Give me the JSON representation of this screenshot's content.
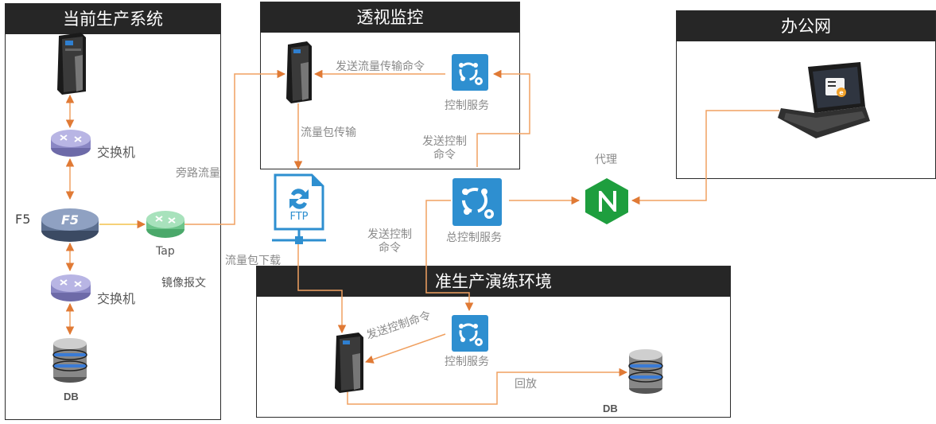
{
  "panels": {
    "production": "当前生产系统",
    "monitor": "透视监控",
    "office": "办公网",
    "drill": "准生产演练环境"
  },
  "labels": {
    "switch_top": "交换机",
    "switch_bottom": "交换机",
    "f5": "F5",
    "tap": "Tap",
    "db_prod": "DB",
    "db_drill": "DB",
    "bypass_traffic": "旁路流量",
    "mirror_packet": "镜像报文",
    "send_traffic_cmd": "发送流量传输命令",
    "control_service_monitor": "控制服务",
    "packet_transfer": "流量包传输",
    "send_control_cmd_1": "发送控制\n命令",
    "proxy": "代理",
    "master_control_service": "总控制服务",
    "ftp": "FTP",
    "packet_download": "流量包下载",
    "send_control_cmd_2": "发送控制\n命令",
    "send_control_cmd_3": "发送控制命令",
    "control_service_drill": "控制服务",
    "replay": "回放"
  },
  "colors": {
    "orange_line": "#f0a060",
    "panel_head": "#262626",
    "service_blue": "#2e8fd0",
    "nginx_green": "#1e9e3e"
  }
}
